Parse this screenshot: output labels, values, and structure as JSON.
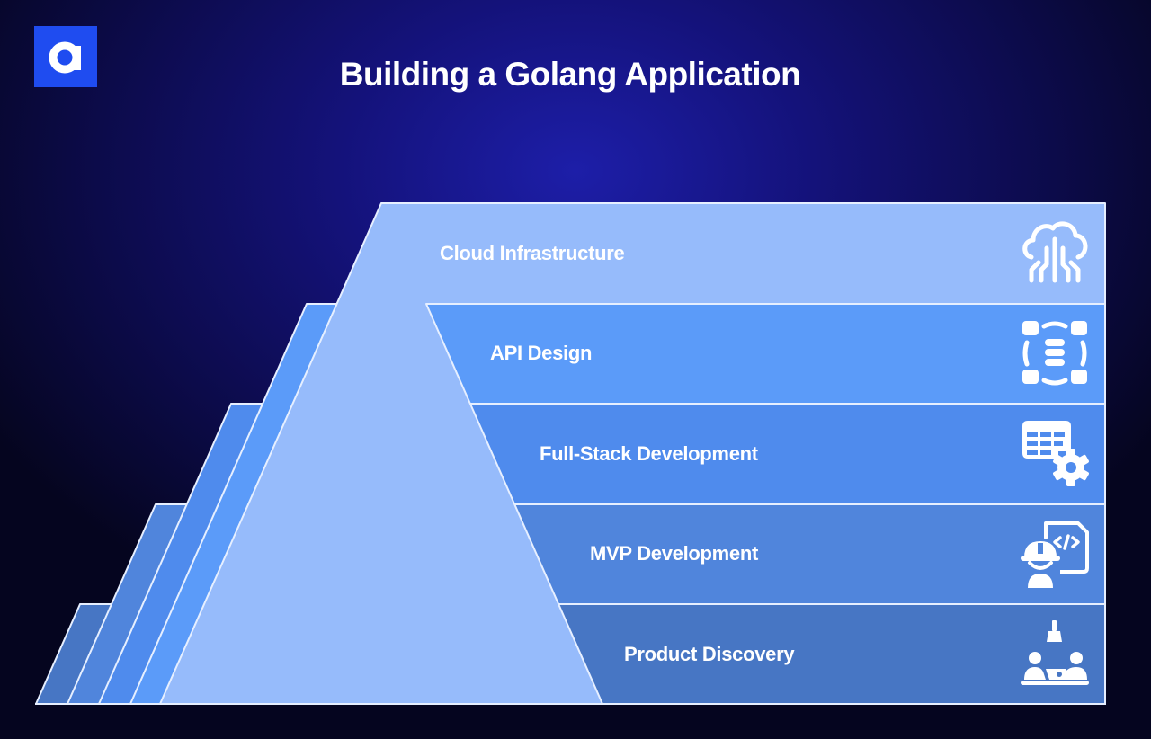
{
  "title": "Building a Golang Application",
  "logo": {
    "glyph": "a",
    "icon": "brand-logo-icon",
    "color": "#1f4cf0"
  },
  "layers": [
    {
      "label": "Cloud Infrastructure",
      "icon": "cloud-circuit-icon",
      "color": "#96bbfb"
    },
    {
      "label": "API Design",
      "icon": "database-network-icon",
      "color": "#5b9bf9"
    },
    {
      "label": "Full-Stack Development",
      "icon": "table-gear-icon",
      "color": "#4f8bed"
    },
    {
      "label": "MVP Development",
      "icon": "engineer-code-icon",
      "color": "#5085dc"
    },
    {
      "label": "Product Discovery",
      "icon": "team-meeting-icon",
      "color": "#4776c4"
    }
  ]
}
